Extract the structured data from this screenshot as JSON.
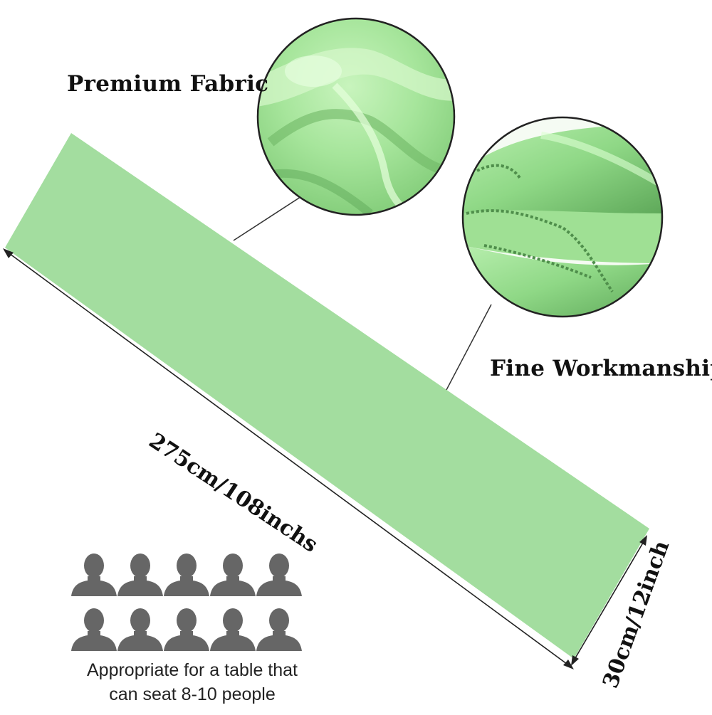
{
  "labels": {
    "premium": "Premium Fabric",
    "workmanship": "Fine Workmanship",
    "length": "275cm/108inchs",
    "width": "30cm/12inch"
  },
  "caption": {
    "line1": "Appropriate for a table that",
    "line2": "can seat 8-10 people"
  },
  "people": {
    "count": 10,
    "rows": 2,
    "per_row": 5,
    "icon": "person-silhouette-icon"
  },
  "colors": {
    "runner": "#a3dd9f",
    "fabric_light": "#b6ecac",
    "fabric_mid": "#8fd886",
    "fabric_dark": "#5fa95a",
    "silhouette": "#666666",
    "text": "#111111"
  }
}
